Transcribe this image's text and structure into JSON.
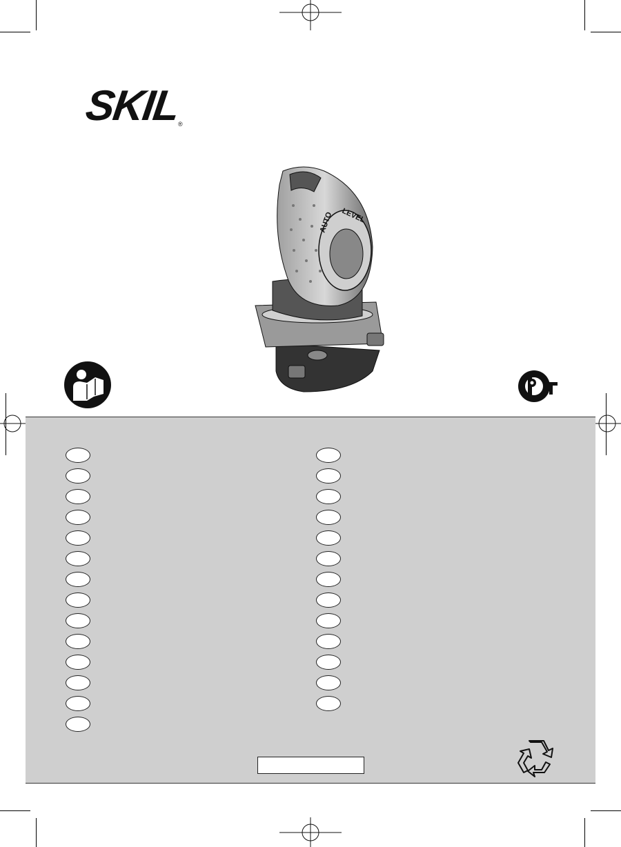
{
  "brand": {
    "name": "SKIL",
    "registered_mark": "®"
  },
  "product_label": {
    "auto": "AUTO",
    "level": "LEVEL"
  },
  "icons": {
    "manual": "read-manual-icon",
    "certification": "pct-certification-icon",
    "recycle": "recycle-icon"
  },
  "colors": {
    "panel": "#cfcfcf",
    "ink": "#111111"
  },
  "languages": {
    "left_count": 14,
    "right_count": 13
  }
}
